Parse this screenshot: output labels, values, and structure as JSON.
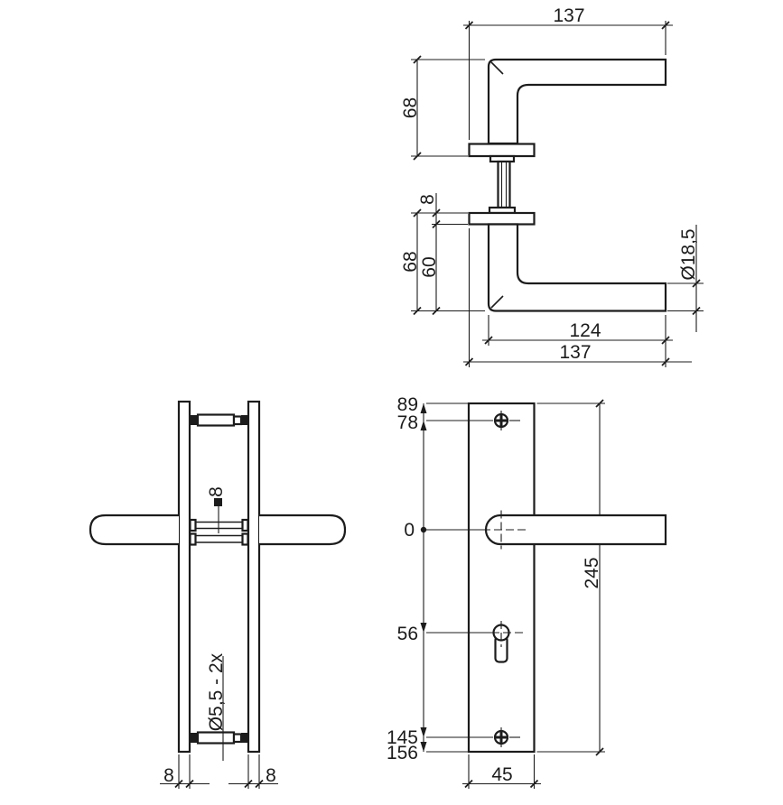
{
  "drawing_title": "door-handle-with-backplate-technical-drawing",
  "colors": {
    "line": "#1c1c1c",
    "background": "#ffffff"
  },
  "lever_side_view": {
    "length_top": "137",
    "height_upper": "68",
    "rosette_thickness": "8",
    "height_lower": "68",
    "neck_height": "60",
    "grip_diameter": "Ø18,5",
    "grip_length": "124",
    "length_bottom": "137"
  },
  "plate_side_view": {
    "spindle_size": "8",
    "screw_hole": "Ø5,5 - 2x",
    "plate_thickness_left": "8",
    "plate_thickness_right": "8"
  },
  "plate_front_view": {
    "top_edge": "89",
    "top_screw": "78",
    "handle_axis": "0",
    "keyhole": "56",
    "bottom_screw": "145",
    "bottom_edge": "156",
    "plate_height": "245",
    "plate_width": "45"
  }
}
